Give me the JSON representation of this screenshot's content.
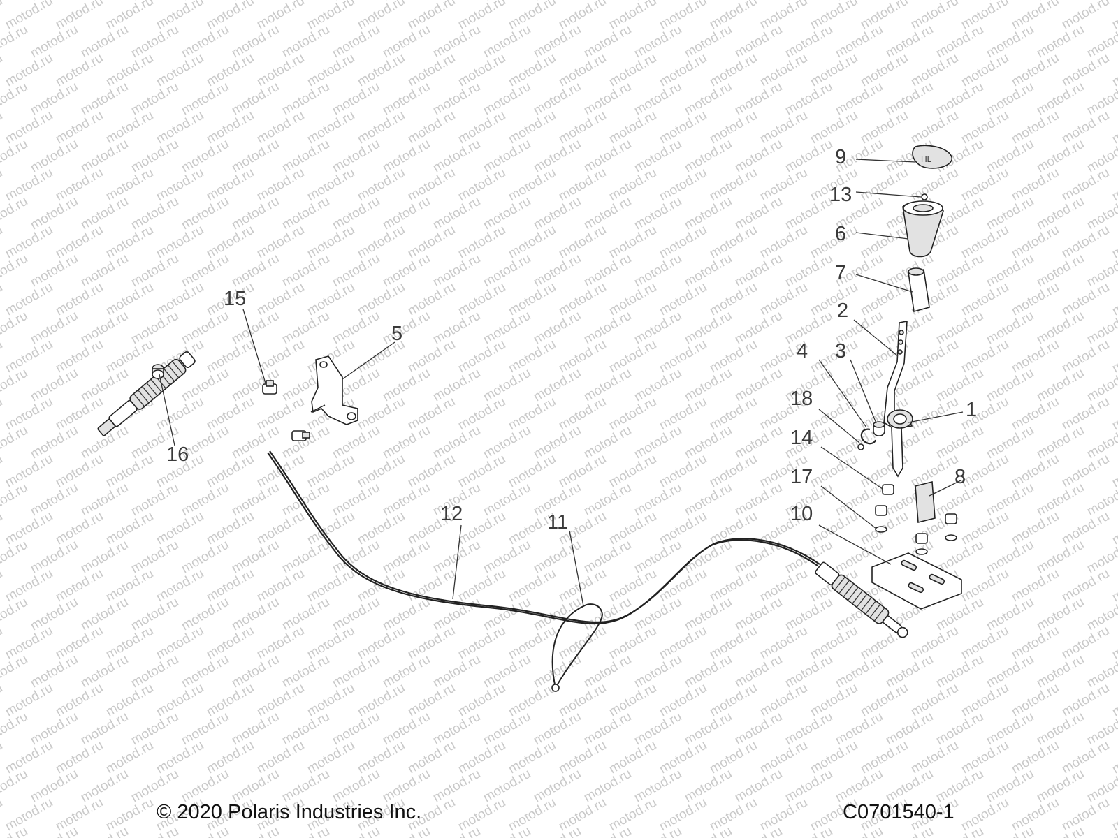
{
  "watermark": "motod.ru",
  "callouts": [
    "1",
    "2",
    "3",
    "4",
    "5",
    "6",
    "7",
    "8",
    "9",
    "10",
    "11",
    "12",
    "13",
    "14",
    "15",
    "16",
    "17",
    "18"
  ],
  "footer": {
    "copyright": "© 2020 Polaris Industries Inc.",
    "code": "C0701540-1"
  }
}
